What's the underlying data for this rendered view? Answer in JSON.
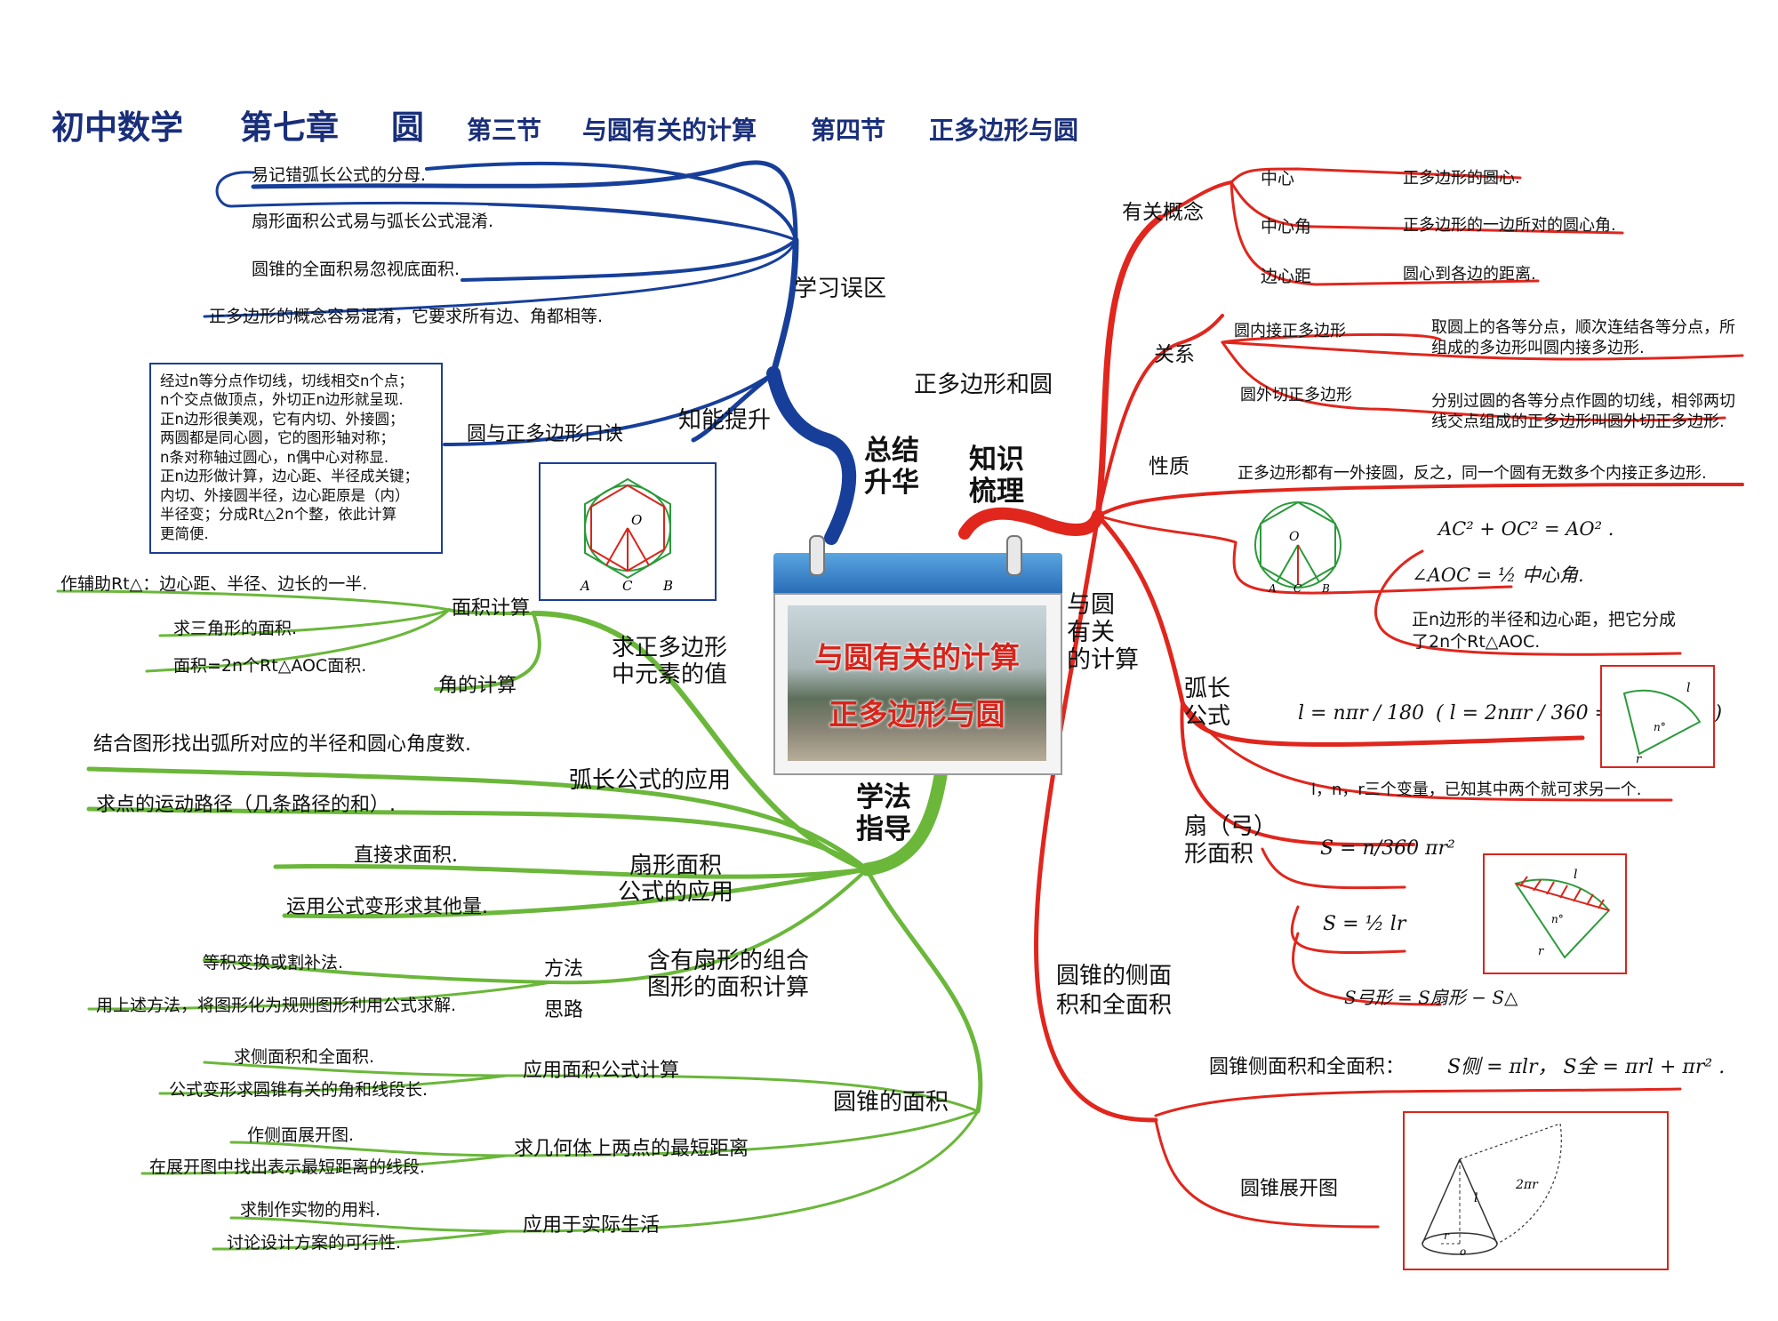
{
  "title": {
    "course": "初中数学",
    "chapter": "第七章",
    "circle": "圆",
    "sec3": "第三节",
    "sec3_name": "与圆有关的计算",
    "sec4": "第四节",
    "sec4_name": "正多边形与圆"
  },
  "center": {
    "line1": "与圆有关的计算",
    "line2": "正多边形与圆"
  },
  "hubs": {
    "summary": "总结\n升华",
    "knowledge": "知识\n梳理",
    "method": "学法\n指导",
    "calc": "与圆\n有关\n的计算"
  },
  "blue": {
    "mistakes": "学习误区",
    "m1": "易记错弧长公式的分母.",
    "m2": "扇形面积公式易与弧长公式混淆.",
    "m3": "圆锥的全面积易忽视底面积.",
    "m4": "正多边形的概念容易混淆，它要求所有边、角都相等.",
    "improve": "知能提升",
    "rhyme": "圆与正多边形口诀",
    "box_lines": [
      "经过n等分点作切线，切线相交n个点；",
      "n个交点做顶点，外切正n边形就呈现.",
      "正n边形很美观，它有内切、外接圆；",
      "两圆都是同心圆，它的图形轴对称；",
      "n条对称轴过圆心，n偶中心对称显.",
      "正n边形做计算，边心距、半径成关键；",
      "内切、外接圆半径，边心距原是（内）",
      "半径变；分成Rt△2n个整，依此计算",
      "更简便."
    ],
    "fig_labels": {
      "o": "O",
      "a": "A",
      "c": "C",
      "b": "B"
    }
  },
  "green": {
    "seek": "求正多边形\n中元素的值",
    "area_calc": "面积计算",
    "g1": "作辅助Rt△：边心距、半径、边长的一半.",
    "g2": "求三角形的面积.",
    "g3": "面积=2n个Rt△AOC面积.",
    "angle_calc": "角的计算",
    "arc_app": "弧长公式的应用",
    "g4": "结合图形找出弧所对应的半径和圆心角度数.",
    "g5": "求点的运动路径（几条路径的和）.",
    "sector_app": "扇形面积\n公式的应用",
    "g6": "直接求面积.",
    "g7": "运用公式变形求其他量.",
    "combo": "含有扇形的组合\n图形的面积计算",
    "method": "方法",
    "g8": "等积变换或割补法.",
    "thinking": "思路",
    "g9": "用上述方法，将图形化为规则图形利用公式求解.",
    "cone_area": "圆锥的面积",
    "apply_formula": "应用面积公式计算",
    "g10": "求侧面积和全面积.",
    "g11": "公式变形求圆锥有关的角和线段长.",
    "shortest": "求几何体上两点的最短距离",
    "g12": "作侧面展开图.",
    "g13": "在展开图中找出表示最短距离的线段.",
    "real_life": "应用于实际生活",
    "g14": "求制作实物的用料.",
    "g15": "讨论设计方案的可行性."
  },
  "red": {
    "poly_circle": "正多边形和圆",
    "concepts": "有关概念",
    "center": "中心",
    "center_def": "正多边形的圆心.",
    "center_angle": "中心角",
    "center_angle_def": "正多边形的一边所对的圆心角.",
    "apothem": "边心距",
    "apothem_def": "圆心到各边的距离.",
    "relation": "关系",
    "inscribed": "圆内接正多边形",
    "inscribed_def": "取圆上的各等分点，顺次连结各等分点，所\n组成的多边形叫圆内接多边形.",
    "circumscribed": "圆外切正多边形",
    "circumscribed_def": "分别过圆的各等分点作圆的切线，相邻两切\n线交点组成的正多边形叫圆外切正多边形.",
    "property": "性质",
    "property_def": "正多边形都有一外接圆，反之，同一个圆有无数多个内接正多边形.",
    "eq1": "AC² + OC² = AO² .",
    "eq2": "∠AOC = ½ 中心角.",
    "eq3": "正n边形的半径和边心距，把它分成\n了2n个Rt△AOC.",
    "arc": "弧长\n公式",
    "arc_formula": "l = nπr / 180",
    "arc_formula2": "( l = 2nπr / 360 = nπr / 180 )",
    "arc_note": "l，n，r三个变量，已知其中两个就可求另一个.",
    "sector": "扇（弓）\n形面积",
    "sector_f1": "S = n/360 πr²",
    "sector_f2": "S = ½ lr",
    "sector_f3": "S弓形 = S扇形 − S△",
    "cone": "圆锥的侧面\n积和全面积",
    "cone_formula_label": "圆锥侧面积和全面积：",
    "cone_formula": "S侧 = πlr，  S全 = πrl + πr² .",
    "cone_net": "圆锥展开图",
    "fig_labels": {
      "l": "l",
      "n": "n°",
      "r": "r",
      "two_pi_r": "2πr",
      "o": "o"
    }
  },
  "colors": {
    "blue": "#173f9a",
    "green": "#6ab73a",
    "red": "#e0261d",
    "title": "#1a2f7a"
  }
}
